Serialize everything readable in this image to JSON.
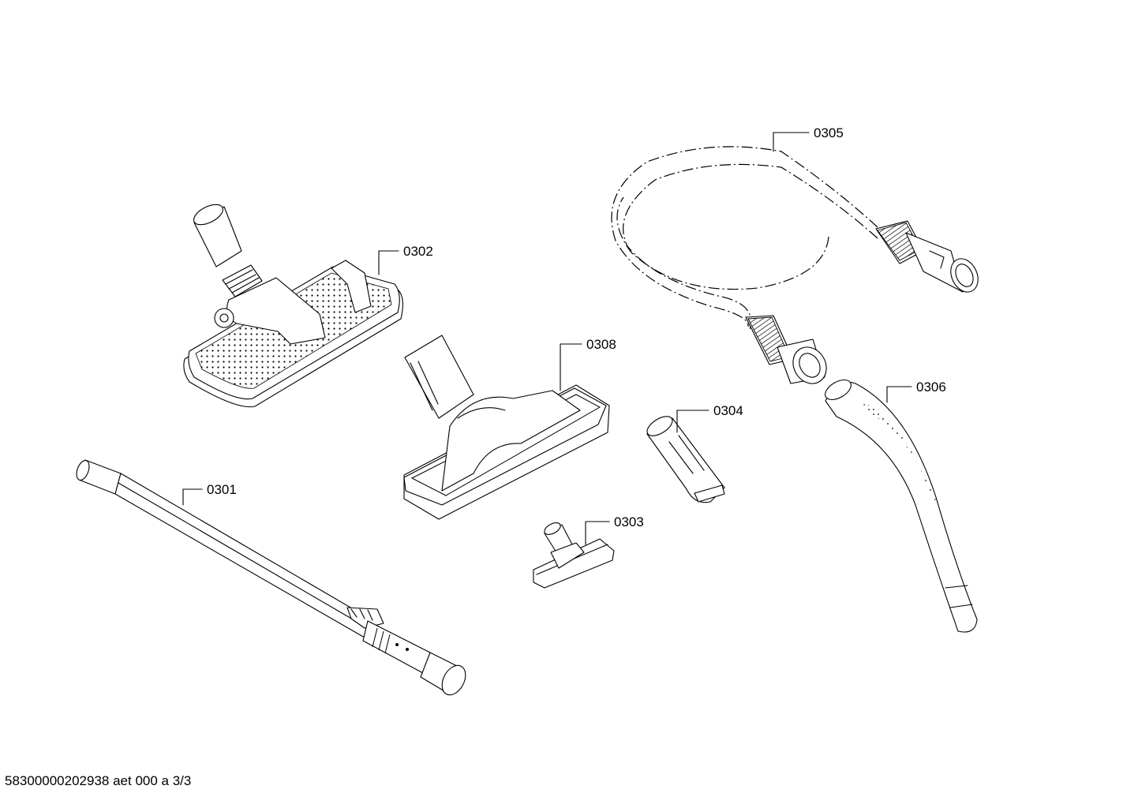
{
  "parts": [
    {
      "id": "tube",
      "label": "0301"
    },
    {
      "id": "floor-nozzle",
      "label": "0302"
    },
    {
      "id": "upholstery-nozzle",
      "label": "0303"
    },
    {
      "id": "crevice-nozzle",
      "label": "0304"
    },
    {
      "id": "hose",
      "label": "0305"
    },
    {
      "id": "handle",
      "label": "0306"
    },
    {
      "id": "parquet-nozzle",
      "label": "0308"
    }
  ],
  "footer": {
    "doc_code": "58300000202938 aet 000 a 3/3"
  }
}
